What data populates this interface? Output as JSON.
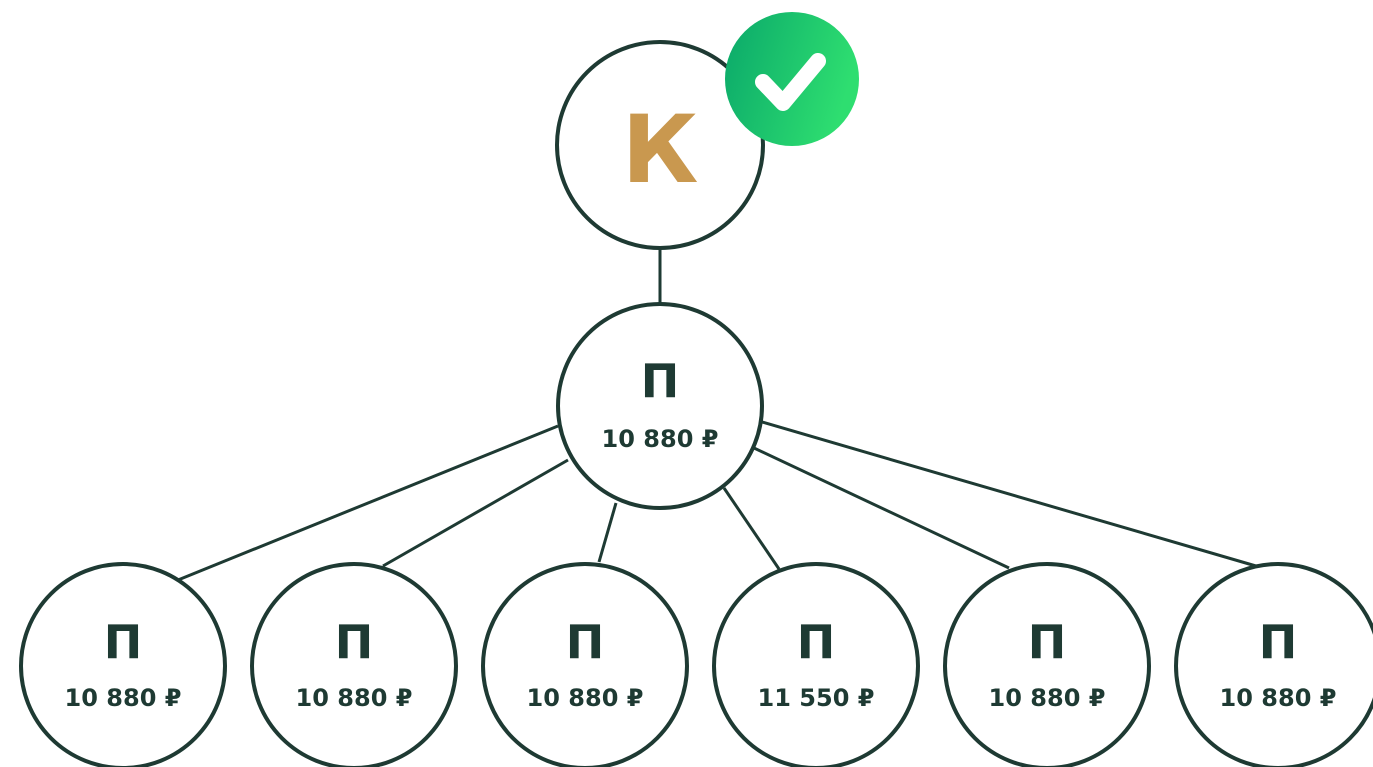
{
  "colors": {
    "stroke": "#1e3a33",
    "text_dark": "#1e3a33",
    "root_letter": "#c9984f",
    "badge_start": "#0aa86a",
    "badge_end": "#2ede70",
    "check": "#ffffff"
  },
  "root": {
    "letter": "К",
    "badge_icon": "checkmark-icon"
  },
  "middle": {
    "letter": "П",
    "price": "10 880 ₽"
  },
  "children": [
    {
      "letter": "П",
      "price": "10 880 ₽"
    },
    {
      "letter": "П",
      "price": "10 880 ₽"
    },
    {
      "letter": "П",
      "price": "10 880 ₽"
    },
    {
      "letter": "П",
      "price": "11 550 ₽"
    },
    {
      "letter": "П",
      "price": "10 880 ₽"
    },
    {
      "letter": "П",
      "price": "10 880 ₽"
    }
  ]
}
